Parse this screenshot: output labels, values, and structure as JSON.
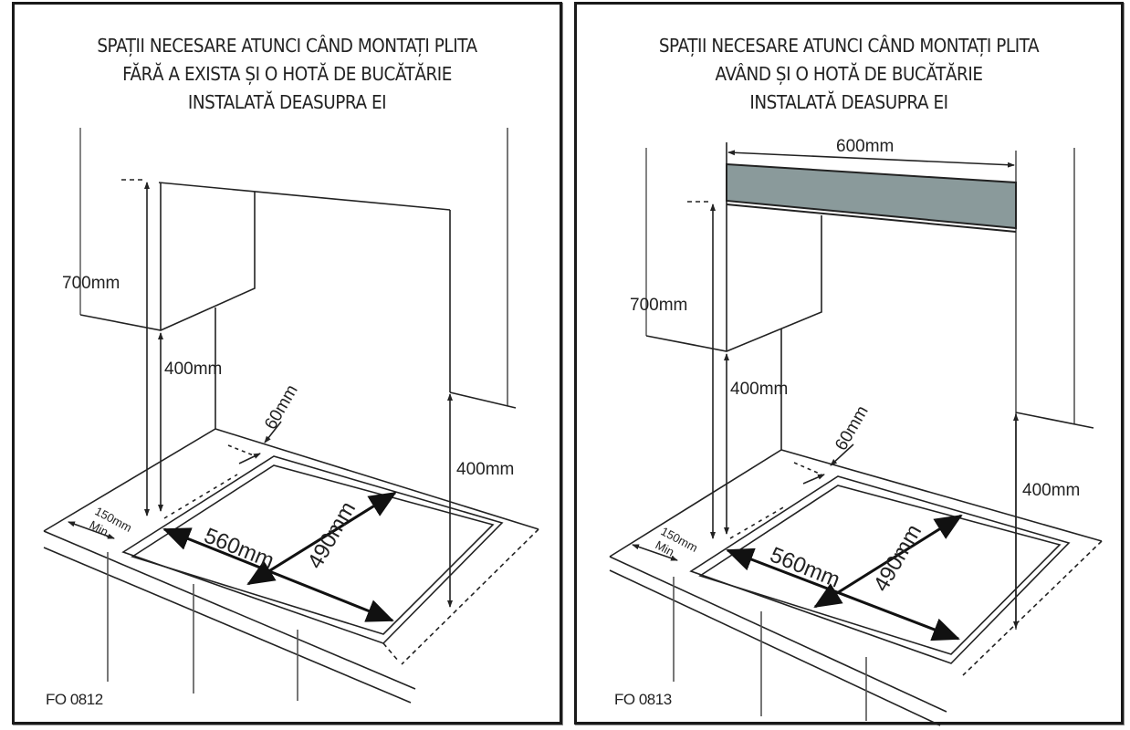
{
  "panels": [
    {
      "title_lines": [
        "SPAȚII NECESARE ATUNCI CÂND MONTAȚI PLITA",
        "FĂRĂ A EXISTA ȘI O HOTĂ DE BUCĂTĂRIE",
        "INSTALATĂ DEASUPRA EI"
      ],
      "code": "FO 0812",
      "has_hood": false,
      "dimensions": {
        "cabinet_height": "700mm",
        "cabinet_clearance": "400mm",
        "side_wall_clearance": "400mm",
        "rear_gap": "60mm",
        "side_gap": "150mm",
        "side_gap_note": "Min.",
        "cutout_width": "560mm",
        "cutout_depth": "490mm"
      }
    },
    {
      "title_lines": [
        "SPAȚII NECESARE ATUNCI CÂND MONTAȚI PLITA",
        "AVÂND ȘI O HOTĂ DE BUCĂTĂRIE",
        "INSTALATĂ DEASUPRA EI"
      ],
      "code": "FO 0813",
      "has_hood": true,
      "dimensions": {
        "hood_width": "600mm",
        "cabinet_height": "700mm",
        "cabinet_clearance": "400mm",
        "side_wall_clearance": "400mm",
        "rear_gap": "60mm",
        "side_gap": "150mm",
        "side_gap_note": "Min.",
        "cutout_width": "560mm",
        "cutout_depth": "490mm"
      }
    }
  ],
  "colors": {
    "line": "#222222",
    "hood_fill": "#8a9a9b",
    "border": "#1a1a1a"
  }
}
